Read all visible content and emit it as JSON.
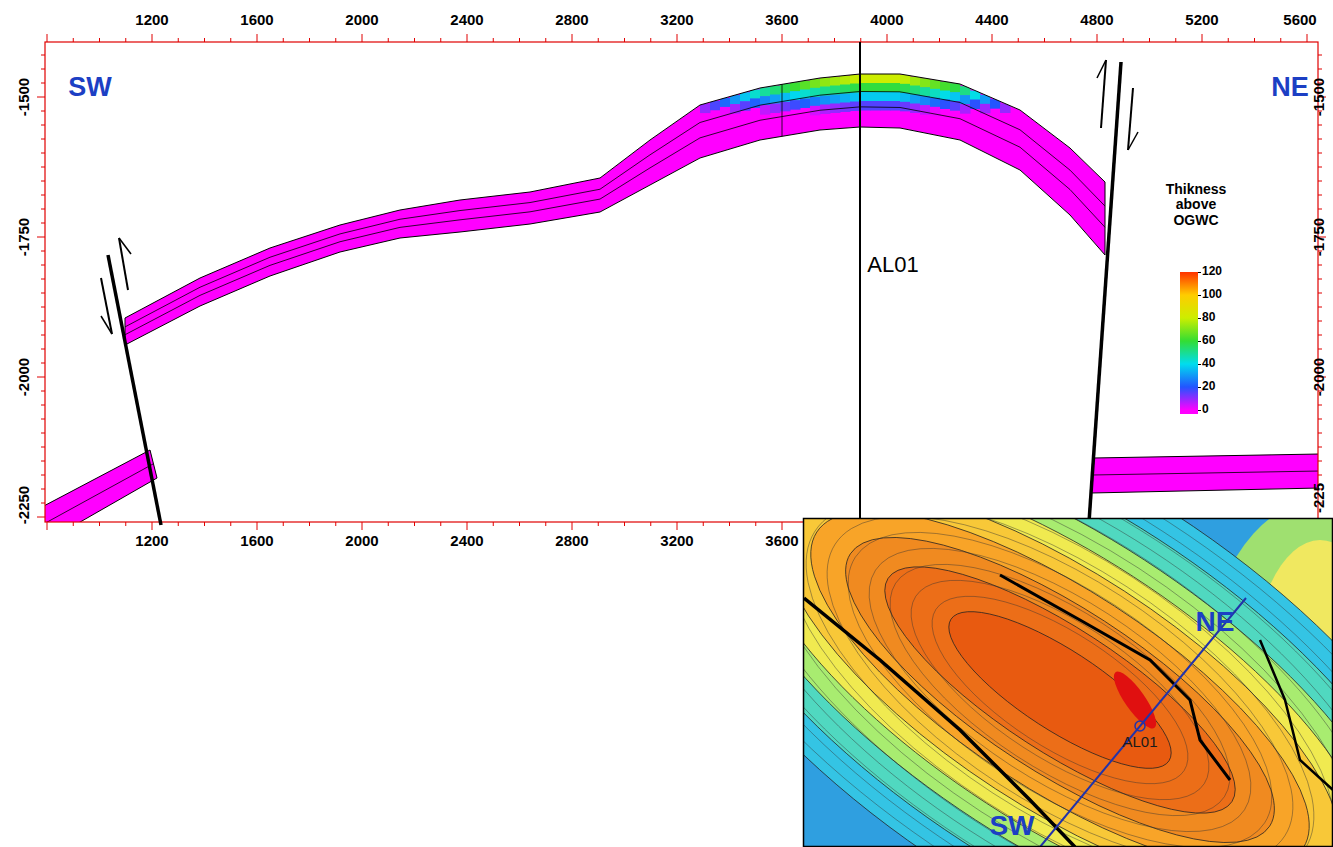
{
  "diagram": {
    "labels": [
      "SW",
      "NE",
      "1200",
      "1600",
      "2000",
      "2400",
      "2800",
      "3200",
      "3600",
      "4000",
      "4400",
      "4800",
      "5200",
      "5600",
      "1200",
      "1600",
      "2000",
      "2400",
      "2800",
      "3200",
      "3600",
      "-1500",
      "-1750",
      "-2000",
      "-2250",
      "-1500",
      "-1750",
      "-2000",
      "-225",
      "AL01",
      "Thikness above OGWC",
      "NE",
      "SW",
      "AL01"
    ],
    "legend": [
      {
        "text": "120",
        "color": "#ff3300"
      },
      {
        "text": "100",
        "color": "#ffcc00"
      },
      {
        "text": "80",
        "color": "#ccee00"
      },
      {
        "text": "60",
        "color": "#33dd33"
      },
      {
        "text": "40",
        "color": "#00ddee"
      },
      {
        "text": "20",
        "color": "#2255ff"
      },
      {
        "text": "0",
        "color": "#ff00ff"
      }
    ]
  }
}
